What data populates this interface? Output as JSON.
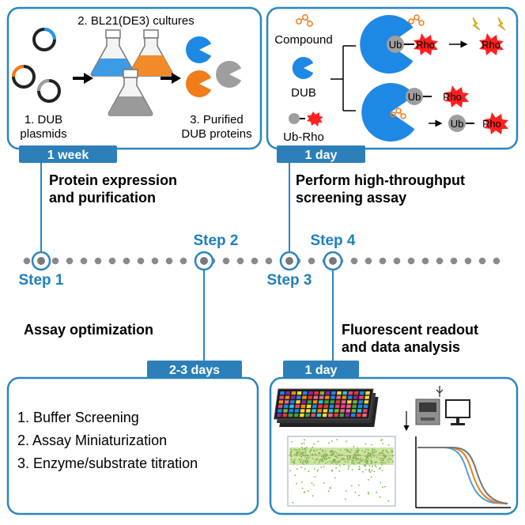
{
  "panels": {
    "expression": {
      "culture_label": "2. BL21(DE3) cultures",
      "plasmid_label": [
        "1. DUB",
        "plasmids"
      ],
      "protein_label": [
        "3. Purified",
        "DUB proteins"
      ],
      "duration": "1 week",
      "title": [
        "Protein expression",
        "and purification"
      ]
    },
    "screening": {
      "legend": {
        "compound": "Compound",
        "dub": "DUB",
        "ub_rho": "Ub-Rho"
      },
      "ub": "Ub",
      "rho": "Rho",
      "duration": "1 day",
      "title": [
        "Perform high-throughput",
        "screening assay"
      ]
    },
    "optimization": {
      "title": "Assay optimization",
      "duration": "2-3 days",
      "items": [
        "1. Buffer Screening",
        "2. Assay Miniaturization",
        "3. Enzyme/substrate titration"
      ]
    },
    "readout": {
      "title": [
        "Fluorescent readout",
        "and data analysis"
      ],
      "duration": "1 day"
    }
  },
  "timeline": {
    "steps": [
      "Step 1",
      "Step 2",
      "Step 3",
      "Step 4"
    ]
  },
  "colors": {
    "accent_blue": "#2a86bf",
    "label_blue": "#1f7fc0",
    "badge_blue": "#2c7fb8",
    "dub_blue": "#1e88e5",
    "orange": "#f07c1a",
    "gray": "#9e9e9e",
    "rho_red": "#ff1f1f",
    "scatter_green": "#8bc34a"
  }
}
